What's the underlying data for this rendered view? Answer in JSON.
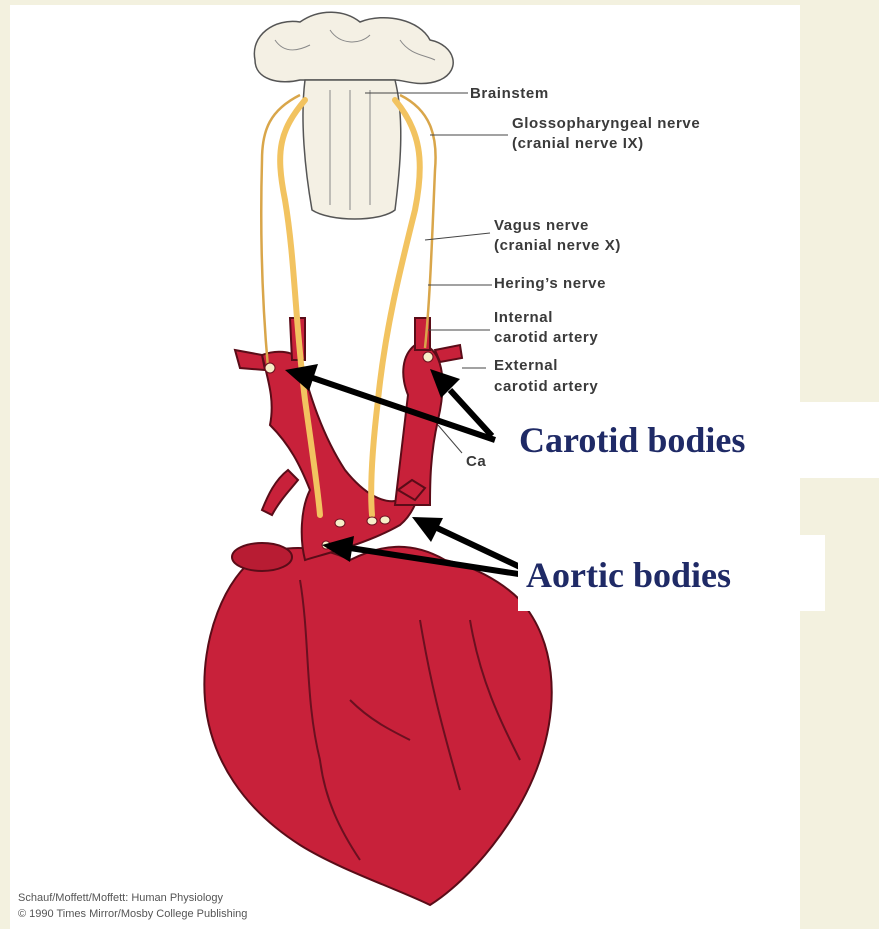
{
  "labels": {
    "brainstem": "Brainstem",
    "glosso_1": "Glossopharyngeal nerve",
    "glosso_2": "(cranial nerve IX)",
    "vagus_1": "Vagus nerve",
    "vagus_2": "(cranial nerve X)",
    "hering": "Hering’s nerve",
    "internal_1": "Internal",
    "internal_2": "carotid artery",
    "external_1": "External",
    "external_2": "carotid artery",
    "partial_ca": "Ca"
  },
  "callouts": {
    "carotid": "Carotid bodies",
    "aortic": "Aortic bodies"
  },
  "credit": {
    "line1": "Schauf/Moffett/Moffett: Human Physiology",
    "line2": "© 1990 Times Mirror/Mosby College Publishing"
  },
  "colors": {
    "background": "#f3f1df",
    "heart": "#c8213a",
    "nerve": "#f2c360",
    "brainstem": "#f4f0e4",
    "callout_text": "#1f2a66"
  }
}
